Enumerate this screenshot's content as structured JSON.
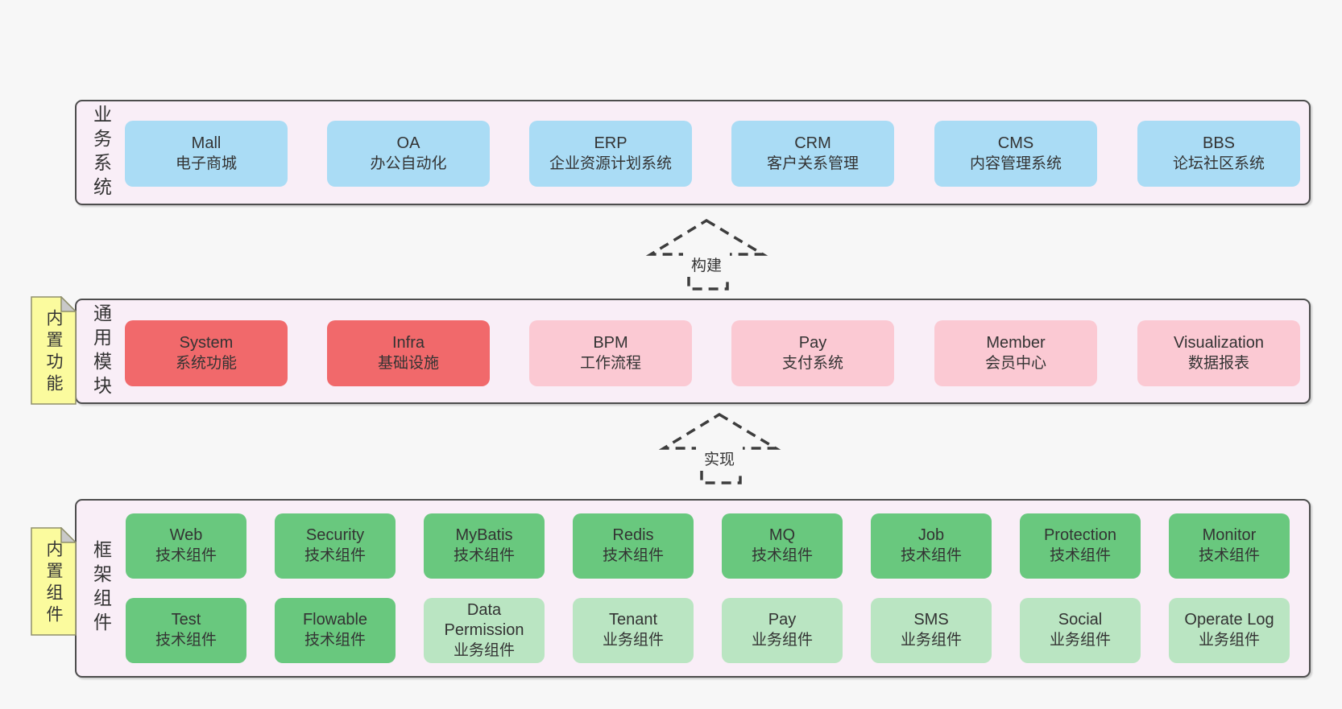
{
  "colors": {
    "page_bg": "#f7f7f7",
    "section_bg": "#f9eef7",
    "section_border": "#4d4d4d",
    "blue": "#aadcf5",
    "red": "#f1696b",
    "pink": "#fbc9d3",
    "green": "#69c87e",
    "green_light": "#bae5c2",
    "note_bg": "#fbfb9e",
    "note_fold": "#c9c9c9"
  },
  "arrows": [
    {
      "label": "构建"
    },
    {
      "label": "实现"
    }
  ],
  "sections": [
    {
      "label": "业务系统",
      "boxes": [
        {
          "title": "Mall",
          "subtitle": "电子商城",
          "variant": "blue"
        },
        {
          "title": "OA",
          "subtitle": "办公自动化",
          "variant": "blue"
        },
        {
          "title": "ERP",
          "subtitle": "企业资源计划系统",
          "variant": "blue"
        },
        {
          "title": "CRM",
          "subtitle": "客户关系管理",
          "variant": "blue"
        },
        {
          "title": "CMS",
          "subtitle": "内容管理系统",
          "variant": "blue"
        },
        {
          "title": "BBS",
          "subtitle": "论坛社区系统",
          "variant": "blue"
        }
      ]
    },
    {
      "label": "通用模块",
      "note": "内置功能",
      "boxes": [
        {
          "title": "System",
          "subtitle": "系统功能",
          "variant": "red"
        },
        {
          "title": "Infra",
          "subtitle": "基础设施",
          "variant": "red"
        },
        {
          "title": "BPM",
          "subtitle": "工作流程",
          "variant": "pink"
        },
        {
          "title": "Pay",
          "subtitle": "支付系统",
          "variant": "pink"
        },
        {
          "title": "Member",
          "subtitle": "会员中心",
          "variant": "pink"
        },
        {
          "title": "Visualization",
          "subtitle": "数据报表",
          "variant": "pink"
        }
      ]
    },
    {
      "label": "框架组件",
      "note": "内置组件",
      "rows": [
        [
          {
            "title": "Web",
            "subtitle": "技术组件",
            "variant": "green"
          },
          {
            "title": "Security",
            "subtitle": "技术组件",
            "variant": "green"
          },
          {
            "title": "MyBatis",
            "subtitle": "技术组件",
            "variant": "green"
          },
          {
            "title": "Redis",
            "subtitle": "技术组件",
            "variant": "green"
          },
          {
            "title": "MQ",
            "subtitle": "技术组件",
            "variant": "green"
          },
          {
            "title": "Job",
            "subtitle": "技术组件",
            "variant": "green"
          },
          {
            "title": "Protection",
            "subtitle": "技术组件",
            "variant": "green"
          },
          {
            "title": "Monitor",
            "subtitle": "技术组件",
            "variant": "green"
          }
        ],
        [
          {
            "title": "Test",
            "subtitle": "技术组件",
            "variant": "green"
          },
          {
            "title": "Flowable",
            "subtitle": "技术组件",
            "variant": "green"
          },
          {
            "title": "Data Permission",
            "subtitle": "业务组件",
            "variant": "green_light"
          },
          {
            "title": "Tenant",
            "subtitle": "业务组件",
            "variant": "green_light"
          },
          {
            "title": "Pay",
            "subtitle": "业务组件",
            "variant": "green_light"
          },
          {
            "title": "SMS",
            "subtitle": "业务组件",
            "variant": "green_light"
          },
          {
            "title": "Social",
            "subtitle": "业务组件",
            "variant": "green_light"
          },
          {
            "title": "Operate Log",
            "subtitle": "业务组件",
            "variant": "green_light"
          }
        ]
      ]
    }
  ]
}
